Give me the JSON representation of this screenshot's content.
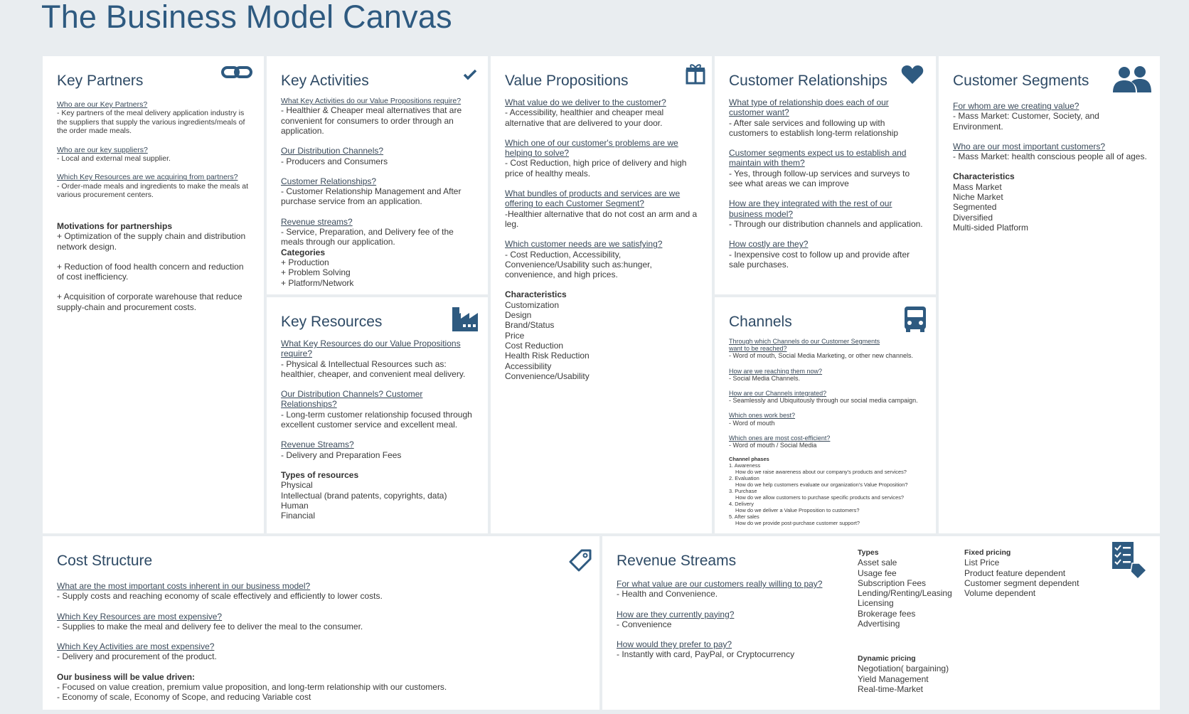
{
  "title": "The Business Model Canvas",
  "key_partners": {
    "title": "Key Partners",
    "icon": "link-icon",
    "items": [
      {
        "q": "Who are our Key Partners?",
        "a": "- Key partners of the meal delivery application industry is the suppliers that supply the various ingredients/meals of the order made meals."
      },
      {
        "q": "Who are our key suppliers?",
        "a": "- Local and external meal supplier."
      },
      {
        "q": "Which Key Resources are we acquiring from partners?",
        "a": "- Order-made meals and ingredients to make the meals at various procurement centers."
      }
    ],
    "motivations_head": "Motivations for partnerships",
    "motivations": [
      "+ Optimization of the supply chain and distribution network design.",
      "+ Reduction of food health concern and reduction of cost inefficiency.",
      "+ Acquisition of corporate warehouse that reduce supply-chain and procurement costs."
    ]
  },
  "key_activities": {
    "title": "Key Activities",
    "icon": "checkmark-icon",
    "items": [
      {
        "q": "What Key Activities do our Value Propositions require?",
        "a": "- Healthier & Cheaper meal alternatives that are convenient for consumers to order through an application."
      },
      {
        "q": "Our Distribution Channels?",
        "a": "- Producers and Consumers"
      },
      {
        "q": "Customer Relationships?",
        "a": "- Customer Relationship Management and After purchase service from an application."
      },
      {
        "q": "Revenue streams?",
        "a": "- Service, Preparation, and Delivery fee of the meals through our application."
      }
    ],
    "categories_head": "Categories",
    "categories": [
      "+ Production",
      "+ Problem Solving",
      "+ Platform/Network"
    ]
  },
  "key_resources": {
    "title": "Key Resources",
    "icon": "factory-icon",
    "items": [
      {
        "q": "What Key Resources do our Value Propositions require?",
        "a": "- Physical & Intellectual Resources such as: healthier, cheaper, and convenient meal delivery."
      },
      {
        "q": "Our Distribution Channels? Customer Relationships?",
        "a": "- Long-term customer relationship focused through excellent customer service and excellent meal."
      },
      {
        "q": "Revenue Streams?",
        "a": "- Delivery and Preparation Fees"
      }
    ],
    "types_head": "Types of resources",
    "types": [
      "Physical",
      "Intellectual (brand patents, copyrights, data)",
      "Human",
      "Financial"
    ]
  },
  "value_propositions": {
    "title": "Value Propositions",
    "icon": "gift-icon",
    "items": [
      {
        "q": "What value do we deliver to the customer?",
        "a": "- Accessibility, healthier and cheaper meal alternative that are delivered to your door."
      },
      {
        "q": "Which one of our customer's problems are we helping to solve?",
        "a": "- Cost Reduction, high price of delivery and high price of healthy meals."
      },
      {
        "q": "What bundles of products and services are we offering to each Customer Segment?",
        "a": "-Healthier alternative that do not cost an arm and a leg."
      },
      {
        "q": "Which customer needs are we satisfying?",
        "a": "- Cost Reduction, Accessibility, Convenience/Usability such as:hunger, convenience, and high prices."
      }
    ],
    "characteristics_head": "Characteristics",
    "characteristics": [
      "Customization",
      "Design",
      "Brand/Status",
      "Price",
      "Cost Reduction",
      "Health Risk Reduction",
      "Accessibility",
      "Convenience/Usability"
    ]
  },
  "customer_relationships": {
    "title": "Customer Relationships",
    "icon": "heart-icon",
    "items": [
      {
        "q": "What type of relationship does each of our customer want?",
        "a": "- After sale services and following up with customers to establish long-term relationship"
      },
      {
        "q": "Customer segments expect us to establish and maintain with them?",
        "a": "- Yes, through follow-up services and surveys to see what areas we can improve"
      },
      {
        "q": "How are they integrated with the rest of our business model?",
        "a": "- Through our distribution channels and application."
      },
      {
        "q": "How costly are they?",
        "a": "- Inexpensive cost to follow up and provide after sale purchases."
      }
    ]
  },
  "channels": {
    "title": "Channels",
    "icon": "truck-icon",
    "items": [
      {
        "q": "Through which Channels do our Customer Segments want to be reached?",
        "a": "- Word of mouth, Social Media Marketing, or other new channels."
      },
      {
        "q": "How are we reaching them now?",
        "a": "- Social Media Channels."
      },
      {
        "q": "How are our Channels integrated?",
        "a": "- Seamlessly and Ubiquitously through our social media campaign."
      },
      {
        "q": "Which ones work best?",
        "a": "- Word of mouth"
      },
      {
        "q": "Which ones are most cost-efficient?",
        "a": "- Word of mouth / Social Media"
      }
    ],
    "phases_head": "Channel phases",
    "phases": [
      {
        "name": "1. Awareness",
        "q": "How do we raise awareness about our company's products and services?"
      },
      {
        "name": "2. Evaluation",
        "q": "How do we help customers evaluate our organization's Value Proposition?"
      },
      {
        "name": "3. Purchase",
        "q": "How do we allow customers to purchase specific products and services?"
      },
      {
        "name": "4. Delivery",
        "q": "How do we deliver a Value Proposition to customers?"
      },
      {
        "name": "5. After sales",
        "q": "How do we provide post-purchase customer support?"
      }
    ]
  },
  "customer_segments": {
    "title": "Customer Segments",
    "icon": "users-icon",
    "items": [
      {
        "q": "For whom are we creating value?",
        "a": "- Mass Market: Customer, Society, and Environment."
      },
      {
        "q": "Who are our most important customers?",
        "a": "- Mass Market: health conscious people all of ages."
      }
    ],
    "characteristics_head": "Characteristics",
    "characteristics": [
      "Mass Market",
      "Niche Market",
      "Segmented",
      "Diversified",
      "Multi-sided Platform"
    ]
  },
  "cost_structure": {
    "title": "Cost Structure",
    "icon": "tag-icon",
    "items": [
      {
        "q": "What are the most important costs inherent in our business model?",
        "a": "- Supply costs and reaching economy of scale effectively and efficiently to lower costs."
      },
      {
        "q": "Which Key Resources are most expensive?",
        "a": "- Supplies to make the meal and delivery fee to deliver the meal to the consumer."
      },
      {
        "q": "Which Key Activities are most expensive?",
        "a": "- Delivery and procurement of the product."
      }
    ],
    "value_head": "Our business will be value driven:",
    "value_lines": [
      "- Focused on value creation, premium value proposition, and long-term relationship with our customers.",
      "- Economy of scale, Economy of Scope, and reducing Variable cost"
    ]
  },
  "revenue_streams": {
    "title": "Revenue Streams",
    "icon": "price-list-icon",
    "items": [
      {
        "q": "For what value are our customers really willing to pay?",
        "a": "- Health and Convenience."
      },
      {
        "q": "How are they currently paying?",
        "a": "- Convenience"
      },
      {
        "q": "How would they prefer to pay?",
        "a": "- Instantly with card, PayPal, or Cryptocurrency"
      }
    ],
    "types_head": "Types",
    "types": [
      "Asset sale",
      "Usage fee",
      "Subscription Fees",
      "Lending/Renting/Leasing",
      "Licensing",
      "Brokerage fees",
      "Advertising"
    ],
    "fixed_head": "Fixed pricing",
    "fixed": [
      "List Price",
      "Product feature dependent",
      "Customer segment dependent",
      "Volume dependent"
    ],
    "dynamic_head": "Dynamic pricing",
    "dynamic": [
      "Negotiation( bargaining)",
      "Yield Management",
      "Real-time-Market"
    ]
  }
}
